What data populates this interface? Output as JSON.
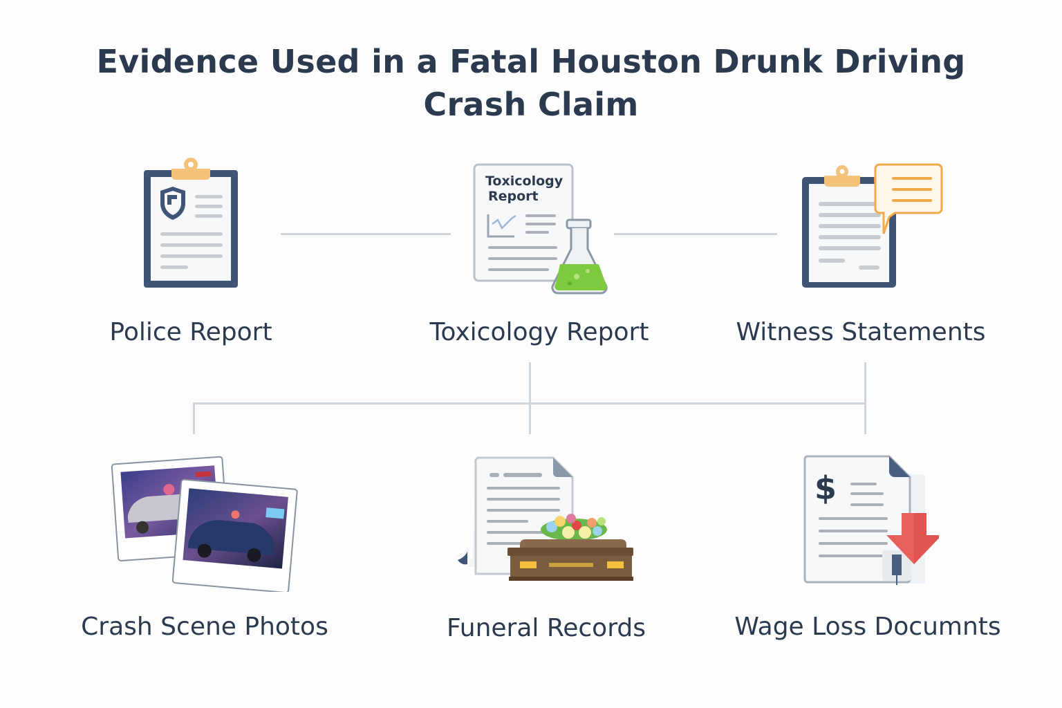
{
  "title": {
    "line1": "Evidence Used in a Fatal Houston Drunk Driving",
    "line2": "Crash Claim"
  },
  "colors": {
    "navy": "#3f5477",
    "orange": "#f5c27a",
    "gray_line": "#c7ccd2",
    "connector": "#cfd5dc",
    "green": "#7ecb3f",
    "red_arrow": "#e8605c",
    "text": "#2c3a50"
  },
  "evidence": [
    {
      "id": "police-report",
      "label": "Police Report",
      "icon": "clipboard-shield-icon"
    },
    {
      "id": "toxicology-report",
      "label": "Toxicology Report",
      "icon": "toxicology-flask-icon",
      "icon_text_line1": "Toxicology",
      "icon_text_line2": "Report"
    },
    {
      "id": "witness-statements",
      "label": "Witness Statements",
      "icon": "clipboard-speech-bubble-icon"
    },
    {
      "id": "crash-scene-photos",
      "label": "Crash Scene Photos",
      "icon": "crash-photos-icon"
    },
    {
      "id": "funeral-records",
      "label": "Funeral Records",
      "icon": "document-casket-icon"
    },
    {
      "id": "wage-loss-documents",
      "label": "Wage Loss Documnts",
      "icon": "wage-document-down-arrow-icon",
      "icon_symbol": "$"
    }
  ]
}
